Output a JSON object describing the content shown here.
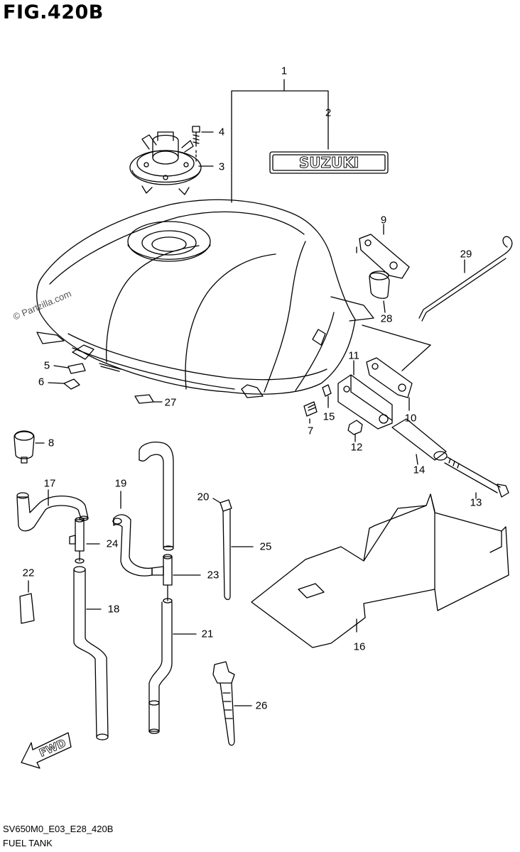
{
  "figure": {
    "title": "FIG.420B",
    "code": "SV650M0_E03_E28_420B",
    "caption": "FUEL TANK",
    "watermark": "© Partzilla.com",
    "fwd_label": "FWD",
    "emblem_text": "SUZUKI"
  },
  "callouts": [
    {
      "id": "c1",
      "label": "1"
    },
    {
      "id": "c2",
      "label": "2"
    },
    {
      "id": "c3",
      "label": "3"
    },
    {
      "id": "c4",
      "label": "4"
    },
    {
      "id": "c5",
      "label": "5"
    },
    {
      "id": "c6",
      "label": "6"
    },
    {
      "id": "c7",
      "label": "7"
    },
    {
      "id": "c8",
      "label": "8"
    },
    {
      "id": "c9",
      "label": "9"
    },
    {
      "id": "c10",
      "label": "10"
    },
    {
      "id": "c11",
      "label": "11"
    },
    {
      "id": "c12",
      "label": "12"
    },
    {
      "id": "c13",
      "label": "13"
    },
    {
      "id": "c14",
      "label": "14"
    },
    {
      "id": "c15",
      "label": "15"
    },
    {
      "id": "c16",
      "label": "16"
    },
    {
      "id": "c17",
      "label": "17"
    },
    {
      "id": "c18",
      "label": "18"
    },
    {
      "id": "c19",
      "label": "19"
    },
    {
      "id": "c20",
      "label": "20"
    },
    {
      "id": "c21",
      "label": "21"
    },
    {
      "id": "c22",
      "label": "22"
    },
    {
      "id": "c23",
      "label": "23"
    },
    {
      "id": "c24",
      "label": "24"
    },
    {
      "id": "c25",
      "label": "25"
    },
    {
      "id": "c26",
      "label": "26"
    },
    {
      "id": "c27",
      "label": "27"
    },
    {
      "id": "c28",
      "label": "28"
    },
    {
      "id": "c29",
      "label": "29"
    }
  ]
}
